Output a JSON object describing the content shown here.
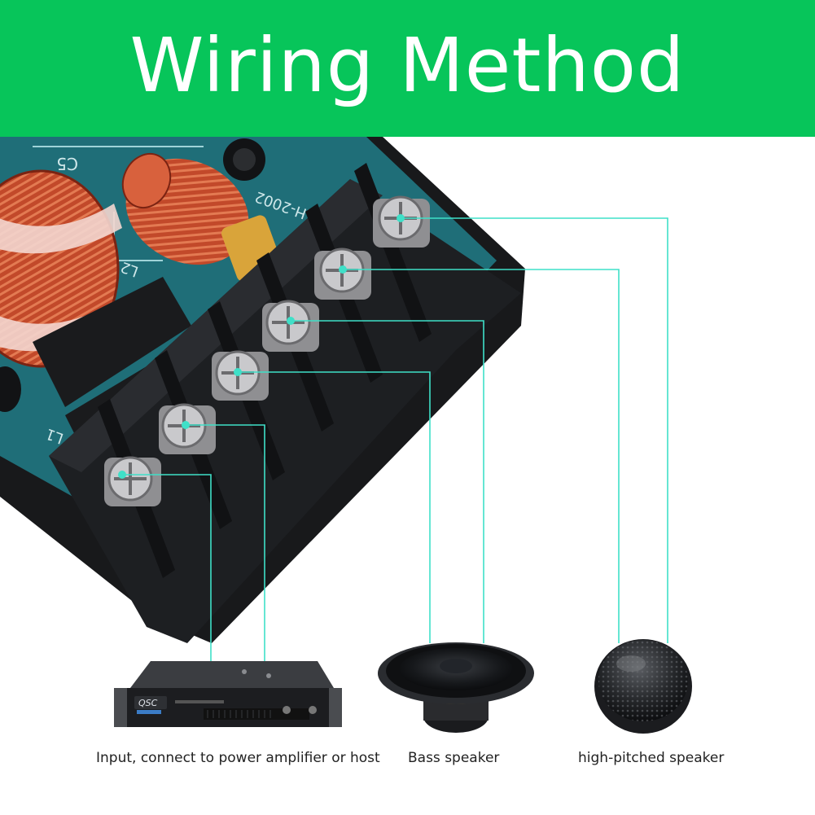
{
  "header": {
    "title": "Wiring Method",
    "background": "#07c55a"
  },
  "board": {
    "silkscreen_top": "C5",
    "silkscreen_model": "AH-2002",
    "silkscreen_l2": "L2",
    "silkscreen_l1": "L1"
  },
  "amplifier": {
    "brand": "QSC"
  },
  "captions": {
    "amplifier": "Input, connect to power amplifier or host",
    "bass": "Bass speaker",
    "tweeter": "high-pitched speaker"
  },
  "colors": {
    "wire": "#3fe0c8",
    "board_green": "#1f6e78",
    "terminal_block": "#1d1f22"
  },
  "icons": [
    "coil-icon",
    "screw-terminal-icon",
    "amplifier-icon",
    "woofer-icon",
    "tweeter-icon"
  ]
}
